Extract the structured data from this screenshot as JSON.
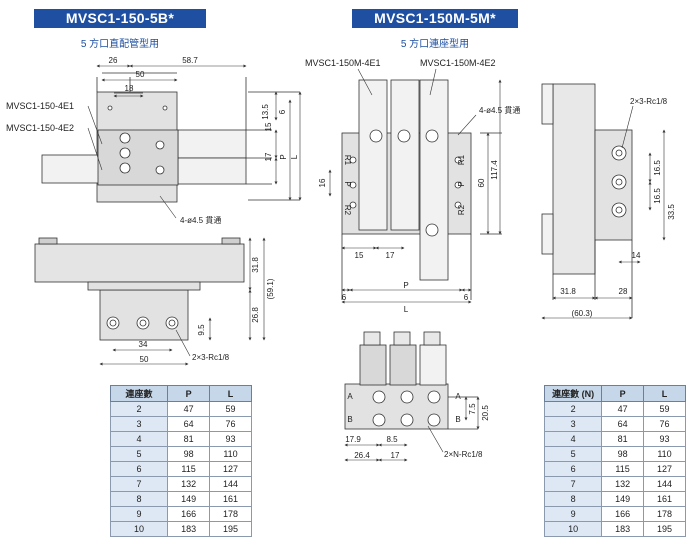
{
  "left": {
    "title": "MVSC1-150-5B*",
    "subtitle": "5 方口直配管型用",
    "label_valve1": "MVSC1-150-4E1",
    "label_valve2": "MVSC1-150-4E2",
    "dims": {
      "d26": "26",
      "d58_7": "58.7",
      "d50_top": "50",
      "d18": "18",
      "d13_5": "13.5",
      "d6": "6",
      "d15": "15",
      "d17": "17",
      "dP": "P",
      "dL": "L",
      "hole_note": "4-ø4.5 貫通",
      "d31_8": "31.8",
      "d59_1": "(59.1)",
      "d26_8": "26.8",
      "d9_5": "9.5",
      "d34": "34",
      "d50_bot": "50",
      "port_note": "2×3-Rc1/8"
    },
    "table": {
      "headers": [
        "連座數",
        "P",
        "L"
      ],
      "rows": [
        [
          "2",
          "47",
          "59"
        ],
        [
          "3",
          "64",
          "76"
        ],
        [
          "4",
          "81",
          "93"
        ],
        [
          "5",
          "98",
          "110"
        ],
        [
          "6",
          "115",
          "127"
        ],
        [
          "7",
          "132",
          "144"
        ],
        [
          "8",
          "149",
          "161"
        ],
        [
          "9",
          "166",
          "178"
        ],
        [
          "10",
          "183",
          "195"
        ]
      ]
    }
  },
  "right": {
    "title": "MVSC1-150M-5M*",
    "subtitle": "5 方口連座型用",
    "label_valve1": "MVSC1-150M-4E1",
    "label_valve2": "MVSC1-150M-4E2",
    "ports": {
      "r1": "R1",
      "p": "P",
      "r2": "R2"
    },
    "dims": {
      "hole_note": "4-ø4.5 貫通",
      "d16": "16",
      "d60": "60",
      "d117_4": "117.4",
      "d15": "15",
      "d17": "17",
      "d6a": "6",
      "dP": "P",
      "d6b": "6",
      "dL": "L",
      "port_note_side": "2×3-Rc1/8",
      "d16_5a": "16.5",
      "d16_5b": "16.5",
      "d33_5": "33.5",
      "d14": "14",
      "d31_8": "31.8",
      "d28": "28",
      "d60_3": "(60.3)",
      "port_A": "A",
      "port_B": "B",
      "d7_5": "7.5",
      "d20_5": "20.5",
      "d17_9": "17.9",
      "d8_5": "8.5",
      "d26_4": "26.4",
      "d17b": "17",
      "port_note_bottom": "2×N-Rc1/8"
    },
    "table": {
      "headers": [
        "連座數 (N)",
        "P",
        "L"
      ],
      "rows": [
        [
          "2",
          "47",
          "59"
        ],
        [
          "3",
          "64",
          "76"
        ],
        [
          "4",
          "81",
          "93"
        ],
        [
          "5",
          "98",
          "110"
        ],
        [
          "6",
          "115",
          "127"
        ],
        [
          "7",
          "132",
          "144"
        ],
        [
          "8",
          "149",
          "161"
        ],
        [
          "9",
          "166",
          "178"
        ],
        [
          "10",
          "183",
          "195"
        ]
      ]
    }
  }
}
